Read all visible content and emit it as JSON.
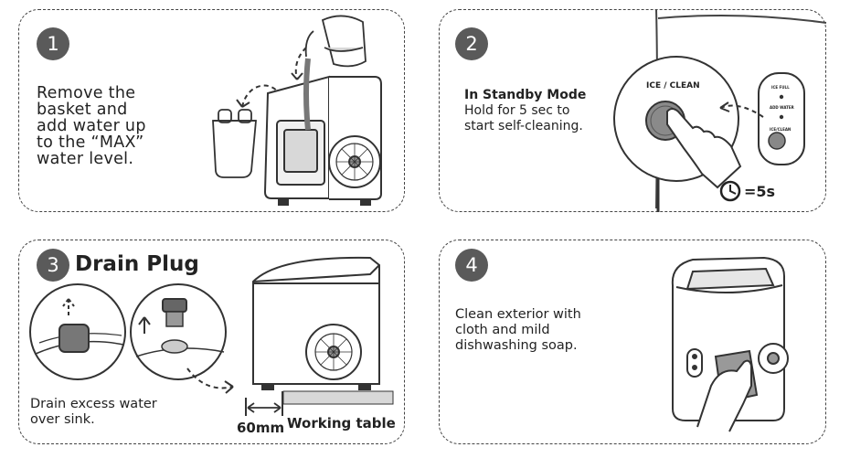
{
  "step1": {
    "number": "1",
    "text": "Remove the\nbasket and\nadd water up\nto the “MAX”\nwater level."
  },
  "step2": {
    "number": "2",
    "heading": "In Standby Mode",
    "text": "Hold for 5 sec to\nstart self-cleaning.",
    "button_label": "ICE / CLEAN",
    "panel_labels": [
      "ICE FULL",
      "ADD WATER",
      "ICE/CLEAN"
    ],
    "timer_label": "=5s"
  },
  "step3": {
    "number": "3",
    "title": "Drain Plug",
    "text": "Drain excess water\nover sink.",
    "distance_label": "60mm",
    "table_label": "Working table"
  },
  "step4": {
    "number": "4",
    "text": "Clean exterior with\ncloth and mild\ndishwashing soap."
  },
  "colors": {
    "badge": "#5a5a5a",
    "line": "#444444"
  }
}
